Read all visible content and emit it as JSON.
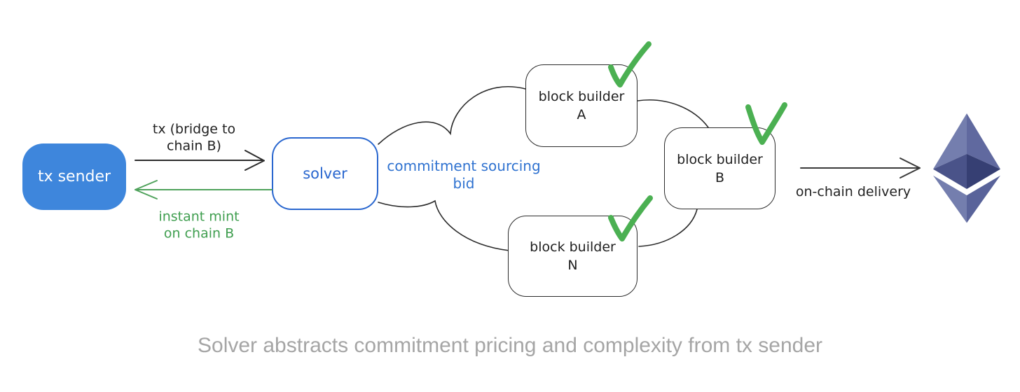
{
  "caption": "Solver abstracts commitment pricing and complexity from tx sender",
  "nodes": {
    "tx_sender": "tx sender",
    "solver": "solver",
    "builders": [
      {
        "title": "block builder",
        "id": "A"
      },
      {
        "title": "block builder",
        "id": "B"
      },
      {
        "title": "block builder",
        "id": "N"
      }
    ]
  },
  "labels": {
    "tx_arrow": "tx (bridge to\nchain B)",
    "mint_arrow": "instant mint\non chain B",
    "commitment": "commitment sourcing\nbid",
    "delivery": "on-chain delivery"
  },
  "icons": {
    "ethereum": "ethereum-logo",
    "checkmark": "green-checkmark",
    "cloud": "commitment-sourcing-cloud"
  },
  "colors": {
    "sender_fill": "#3e86dc",
    "solver_stroke": "#2a67cf",
    "commitment_text": "#2f72d0",
    "green_text": "#3f9e4f",
    "green_arrow": "#4fa25b",
    "check_green": "#4bb052",
    "line": "#2b2b2b",
    "caption_gray": "#a5a5a5",
    "eth_light": "#747eae",
    "eth_mid_right": "#60699f",
    "eth_belt_left": "#4a5389",
    "eth_belt_right": "#363f73",
    "eth_lower_right": "#59639a"
  }
}
